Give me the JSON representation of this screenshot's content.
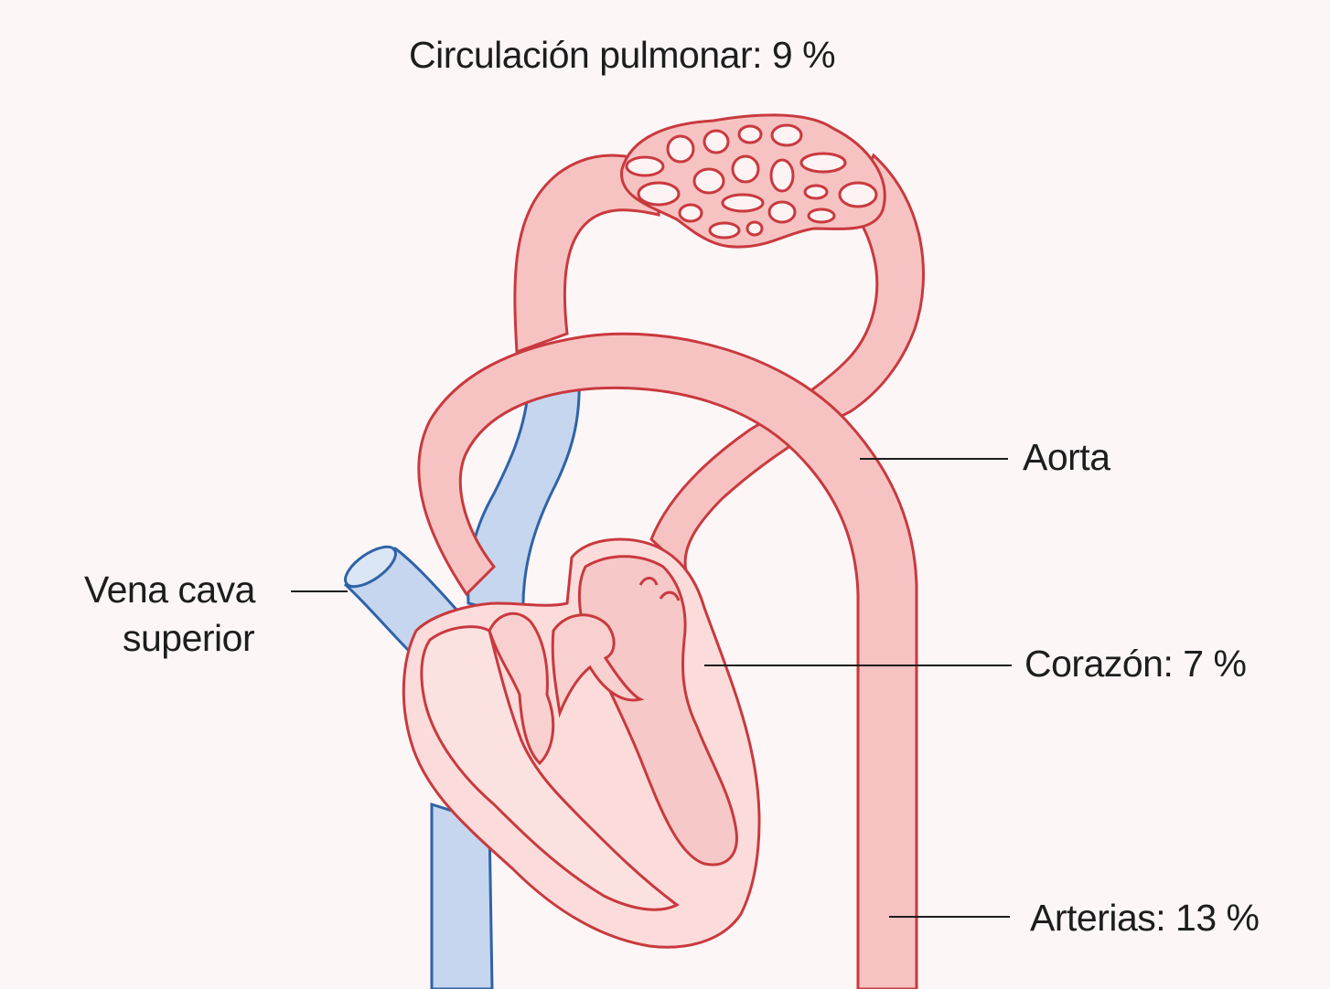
{
  "title": "Circulación pulmonar: 9 %",
  "labels": {
    "aorta": "Aorta",
    "vena_cava_line1": "Vena cava",
    "vena_cava_line2": "superior",
    "corazon": "Corazón: 7 %",
    "arterias": "Arterias: 13 %"
  },
  "colors": {
    "artery_fill": "#f6c3c2",
    "artery_stroke": "#c9393e",
    "vein_fill": "#c5d6ee",
    "vein_stroke": "#2f63a8",
    "background": "#fcf6f7"
  }
}
